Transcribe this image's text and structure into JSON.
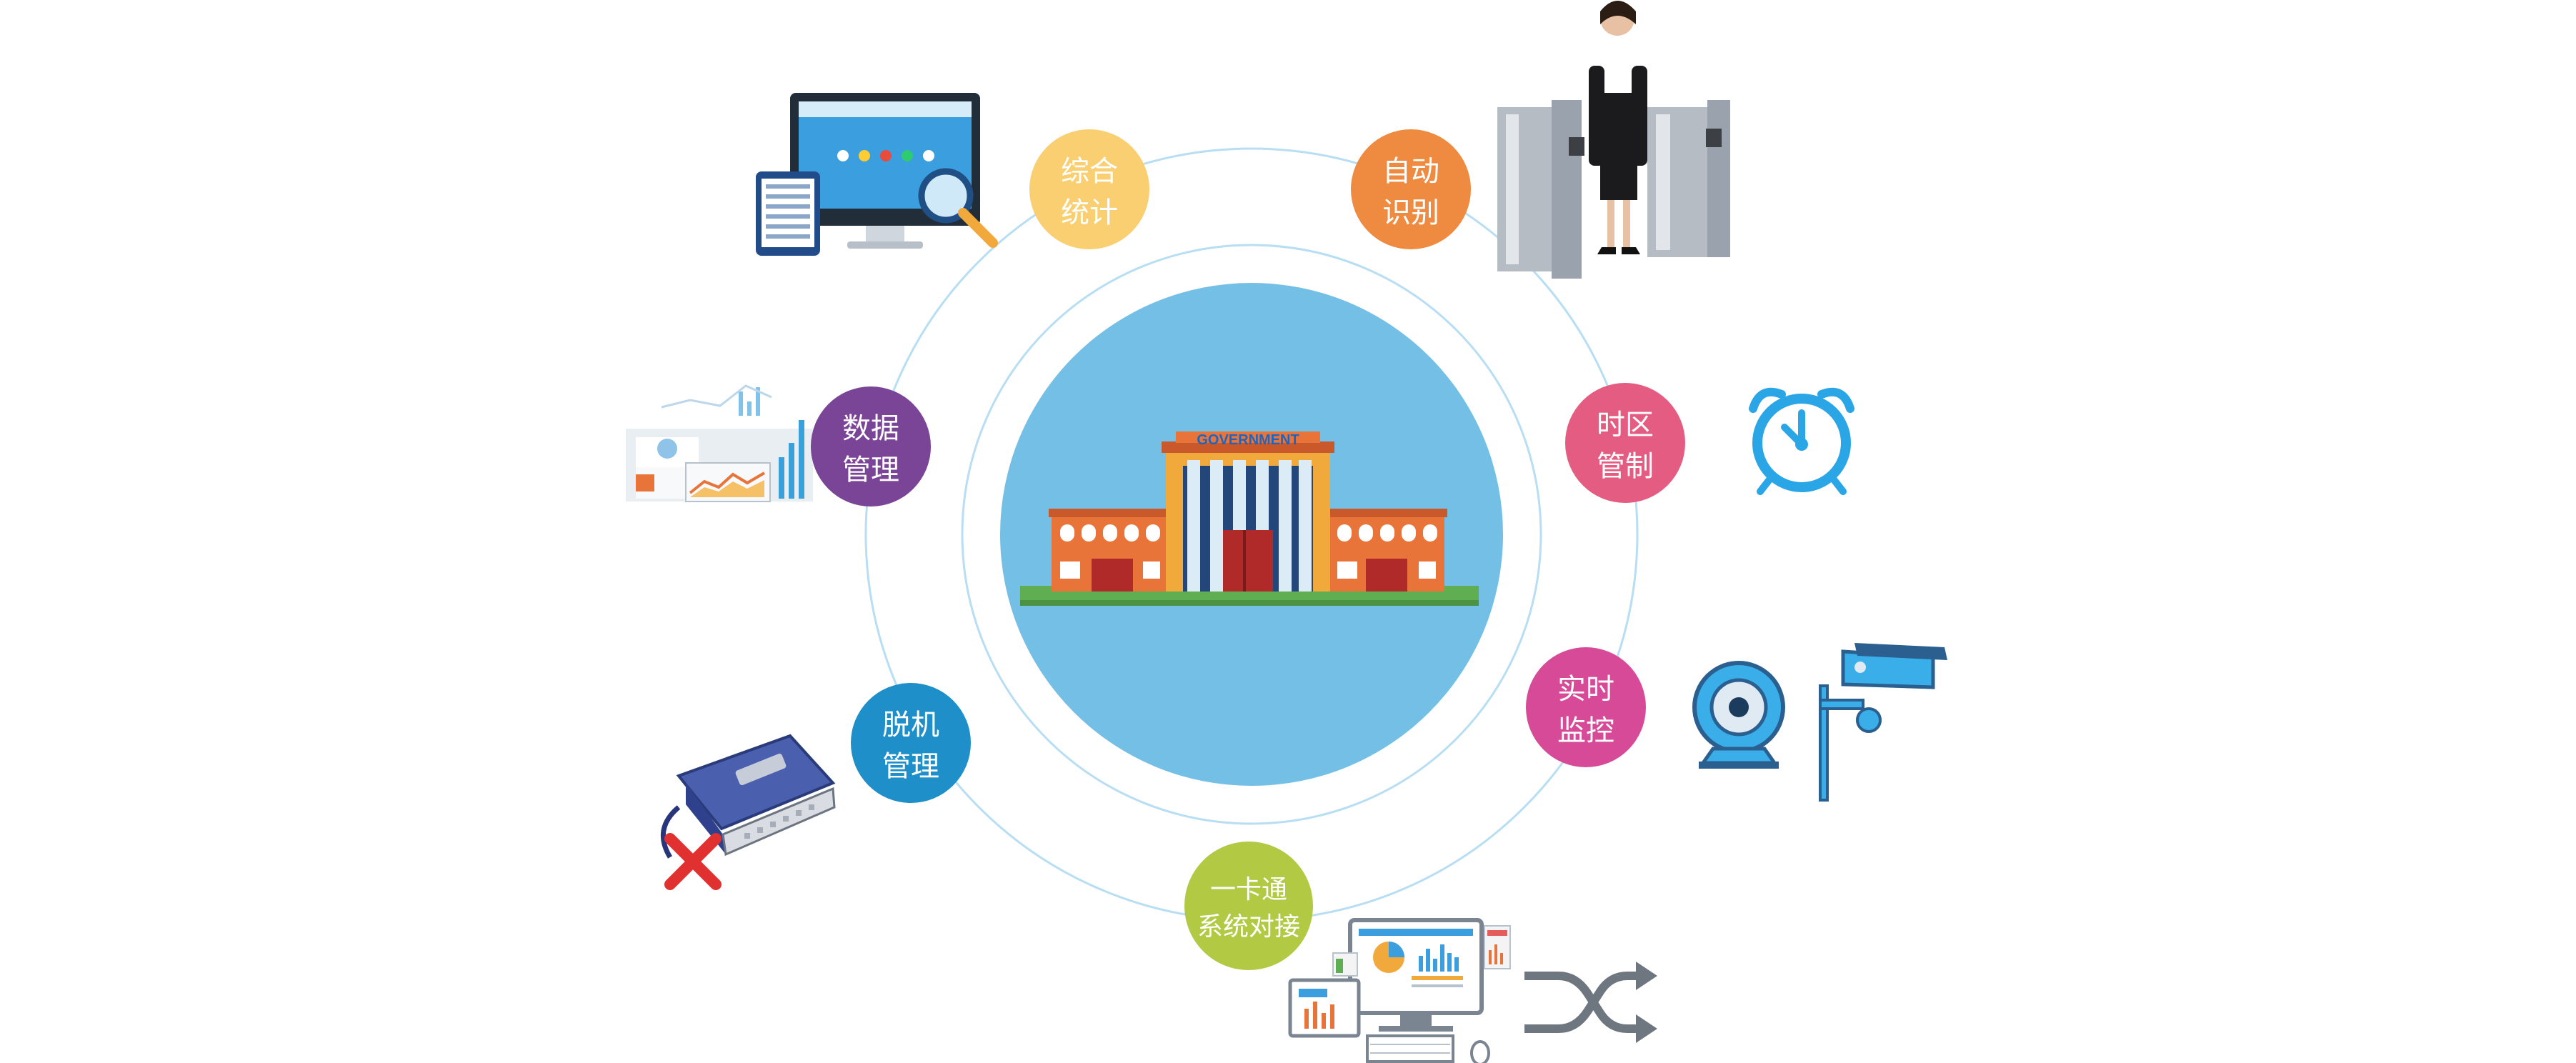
{
  "hub": {
    "sign_text": "GOVERNMENT",
    "color": "#74bfe6",
    "ring_color": "#a9d8f2"
  },
  "nodes": [
    {
      "id": "comprehensive-stats",
      "line1": "综合",
      "line2": "统计",
      "color": "#f9cf72",
      "icon": "monitor-tablet-magnifier-icon"
    },
    {
      "id": "auto-recognition",
      "line1": "自动",
      "line2": "识别",
      "color": "#ee8b41",
      "icon": "turnstile-gate-woman-photo"
    },
    {
      "id": "data-management",
      "line1": "数据",
      "line2": "管理",
      "color": "#7a4596",
      "icon": "dashboard-charts-icon"
    },
    {
      "id": "timezone-control",
      "line1": "时区",
      "line2": "管制",
      "color": "#e45c82",
      "icon": "alarm-clock-icon"
    },
    {
      "id": "offline-management",
      "line1": "脱机",
      "line2": "管理",
      "color": "#1e8fc9",
      "icon": "disconnected-network-adapter-icon"
    },
    {
      "id": "realtime-monitoring",
      "line1": "实时",
      "line2": "监控",
      "color": "#d64a97",
      "icon": "webcam-and-cctv-camera-icon"
    },
    {
      "id": "card-system-integration",
      "line1": "一卡通",
      "line2": "系统对接",
      "color": "#b2c943",
      "icon": "computers-and-shuffle-arrows-icon"
    }
  ]
}
